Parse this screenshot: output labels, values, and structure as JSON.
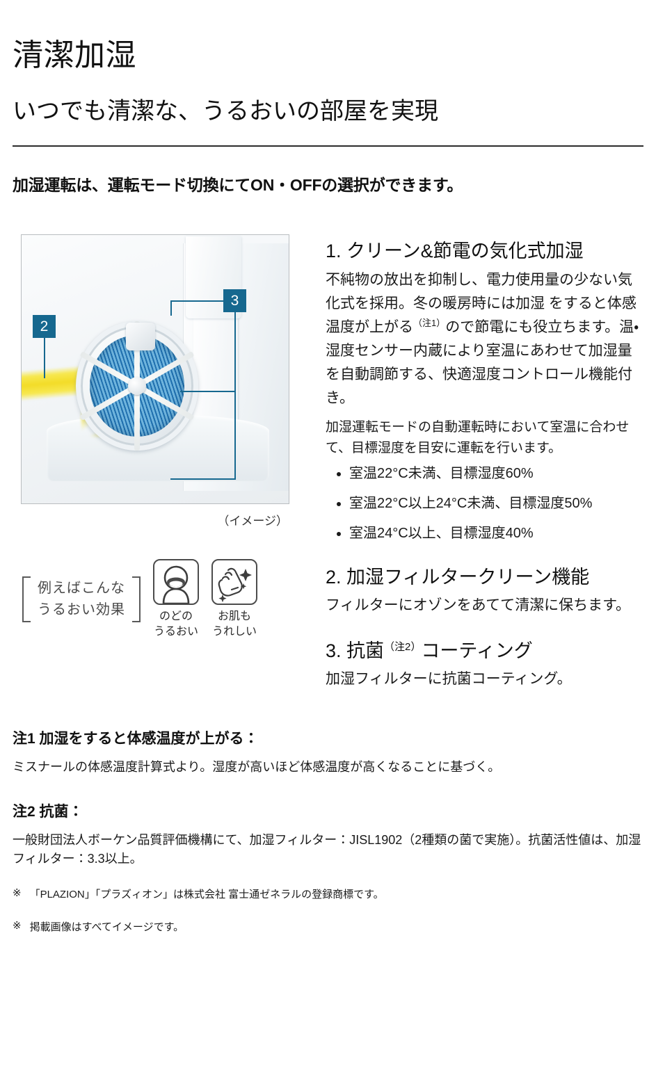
{
  "header": {
    "title": "清潔加湿",
    "subtitle": "いつでも清潔な、うるおいの部屋を実現",
    "lead": "加湿運転は、運転モード切換にてON・OFFの選択ができます。"
  },
  "figure": {
    "caption": "（イメージ）",
    "callouts": [
      {
        "number": "2"
      },
      {
        "number": "3"
      }
    ],
    "colors": {
      "badge": "#16688f",
      "beam": "#f3dc28",
      "filter": "#1f6fae"
    }
  },
  "effects": {
    "bracket_label": "例えばこんな\nうるおい効果",
    "items": [
      {
        "icon": "throat-icon",
        "label": "のどの\nうるおい"
      },
      {
        "icon": "hands-sparkle-icon",
        "label": "お肌も\nうれしい"
      }
    ]
  },
  "sections": [
    {
      "title": "1. クリーン&節電の気化式加湿",
      "body_pre": "不純物の放出を抑制し、電力使用量の少ない気化式を採用。冬の暖房時には加湿 をすると体感温度が上がる",
      "body_sup": "（注1）",
      "body_post": "ので節電にも役立ちます。温・湿度センサー内蔵により室温にあわせて加湿量を自動調節する、快適湿度コントロール機能付き。",
      "note": "加湿運転モードの自動運転時において室温に合わせて、目標湿度を目安に運転を行います。",
      "targets": [
        "室温22°C未満、目標湿度60%",
        "室温22°C以上24°C未満、目標湿度50%",
        "室温24°C以上、目標湿度40%"
      ]
    },
    {
      "title": "2. 加湿フィルタークリーン機能",
      "body": "フィルターにオゾンをあてて清潔に保ちます。"
    },
    {
      "title_pre": "3. 抗菌",
      "title_sup": "（注2）",
      "title_post": "コーティング",
      "body": "加湿フィルターに抗菌コーティング。"
    }
  ],
  "footnotes": [
    {
      "head": "注1 加湿をすると体感温度が上がる：",
      "body": "ミスナールの体感温度計算式より。湿度が高いほど体感温度が高くなることに基づく。"
    },
    {
      "head": "注2 抗菌：",
      "body": "一般財団法人ボーケン品質評価機構にて、加湿フィルター：JISL1902（2種類の菌で実施）。抗菌活性値は、加湿フィルター：3.3以上。"
    }
  ],
  "asterisks": [
    {
      "mark": "※",
      "text": "「PLAZION」「プラズィオン」は株式会社 富士通ゼネラルの登録商標です。"
    },
    {
      "mark": "※",
      "text": "掲載画像はすべてイメージです。"
    }
  ]
}
